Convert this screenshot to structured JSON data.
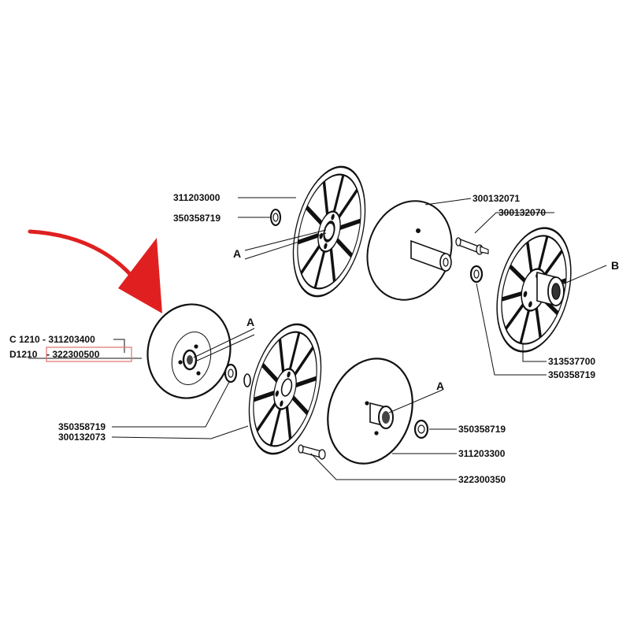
{
  "colors": {
    "ink": "#111111",
    "background": "#ffffff",
    "arrow": "#e02020",
    "highlight_box": "#e07070"
  },
  "labels": {
    "p311203000": "311203000",
    "p350358719_a": "350358719",
    "p300132071": "300132071",
    "p300132070": "300132070",
    "p313537700": "313537700",
    "p350358719_b": "350358719",
    "c1210": "C 1210 - 311203400",
    "d1210_prefix": "D1210",
    "d1210_code": "- 322300500",
    "p350358719_c": "350358719",
    "p300132073": "300132073",
    "p350358719_d": "350358719",
    "p311203300": "311203300",
    "p322300350": "322300350"
  },
  "callouts": {
    "a1": "A",
    "a2": "A",
    "a3": "A",
    "b": "B"
  }
}
